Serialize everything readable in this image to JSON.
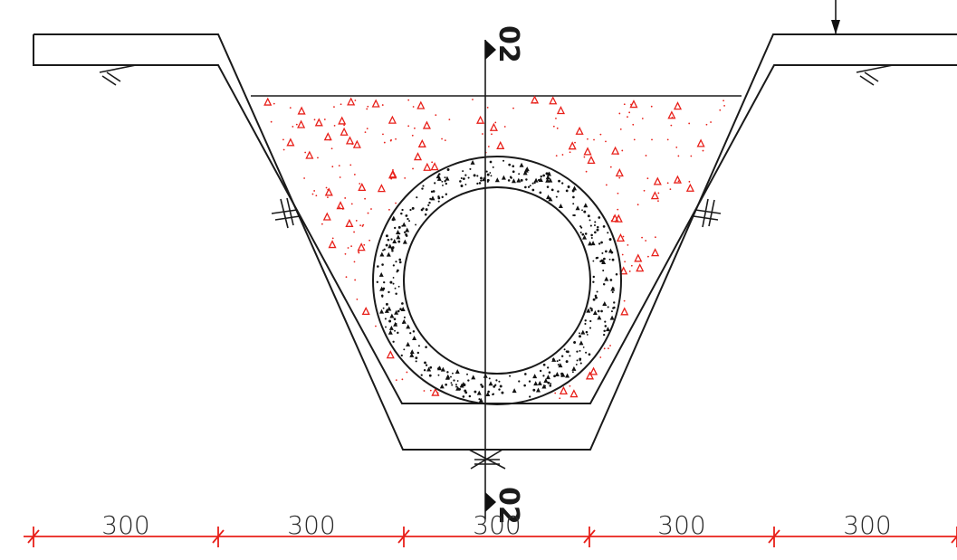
{
  "drawing": {
    "section_marker_top": "02",
    "section_marker_bottom": "02",
    "dimensions": [
      "300",
      "300",
      "300",
      "300",
      "300"
    ],
    "colors": {
      "line": "#1a1a1a",
      "dimension": "#e8201a",
      "backfill": "#e8201a",
      "concrete": "#111111"
    }
  }
}
